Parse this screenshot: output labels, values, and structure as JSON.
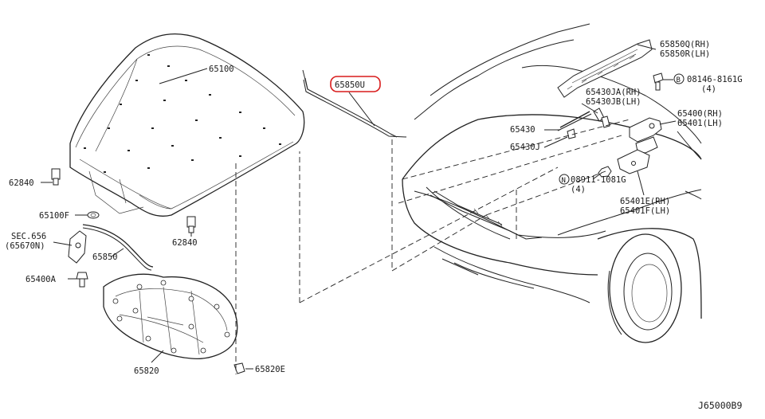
{
  "callouts": {
    "hood": "65100",
    "seal_highlight": "65850U",
    "hinge_rh_top": "65850Q(RH)",
    "hinge_lh_top": "65850R(LH)",
    "bolt": "08146-8161G",
    "bolt_qty": "(4)",
    "stay_rh": "65430JA(RH)",
    "stay_lh": "65430JB(LH)",
    "hinge_rh": "65400(RH)",
    "hinge_lh": "65401(LH)",
    "rod": "65430",
    "rod_clip": "65430J",
    "nut": "08911-1081G",
    "nut_qty": "(4)",
    "bracket_rh": "65401E(RH)",
    "bracket_lh": "65401F(LH)",
    "bumper_l": "62840",
    "bumper_r": "62840",
    "grommet": "65100F",
    "sec_ref": "SEC.656",
    "sec_ref_part": "(65670N)",
    "cable": "65850",
    "bolt_a": "65400A",
    "insulator": "65820",
    "clip": "65820E",
    "diagram_code": "J65000B9"
  }
}
